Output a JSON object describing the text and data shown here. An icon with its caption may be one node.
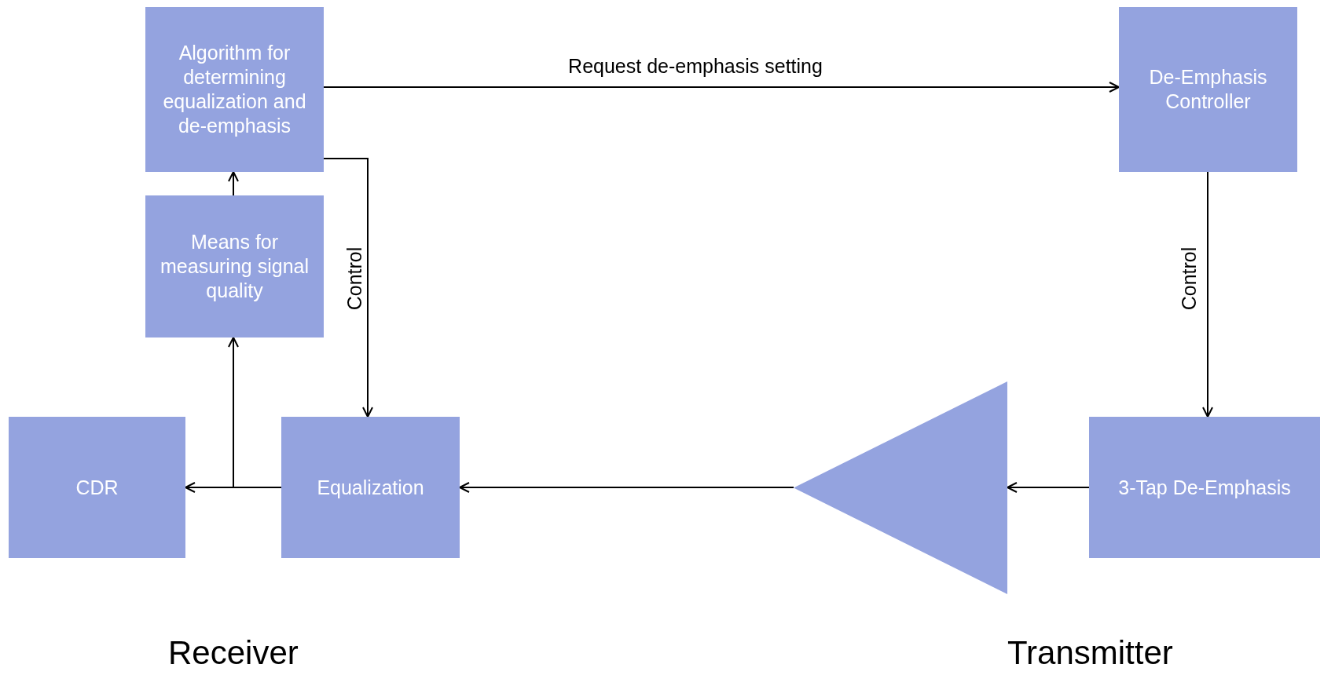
{
  "diagram": {
    "nodes": [
      {
        "text": [
          "Algorithm for determining equalization and de-emphasis"
        ]
      },
      {
        "text": [
          "Means for measuring signal quality"
        ]
      },
      {
        "text": [
          "De-Emphasis Controller"
        ]
      },
      {
        "text": [
          "CDR"
        ]
      },
      {
        "text": [
          "Equalization"
        ]
      },
      {
        "text": [],
        "shape": "triangle"
      },
      {
        "text": [
          "3-Tap De-Emphasis"
        ]
      }
    ],
    "edges": [
      {
        "from": 0,
        "to": 2,
        "arrow": "to",
        "label": "Request de-emphasis setting"
      },
      {
        "from": 0,
        "to": 4,
        "arrow": "to",
        "label": "Control"
      },
      {
        "from": 2,
        "to": 6,
        "arrow": "to",
        "label": "Control"
      },
      {
        "from": 6,
        "to": 5,
        "arrow": "to"
      },
      {
        "from": 5,
        "to": 4,
        "arrow": "to"
      },
      {
        "from": 4,
        "to": 3,
        "arrow": "to"
      },
      {
        "from": 4,
        "to": 1,
        "arrow": "to"
      },
      {
        "from": 1,
        "to": 0,
        "arrow": "to"
      }
    ],
    "labels": [
      "Receiver",
      "Transmitter"
    ]
  }
}
